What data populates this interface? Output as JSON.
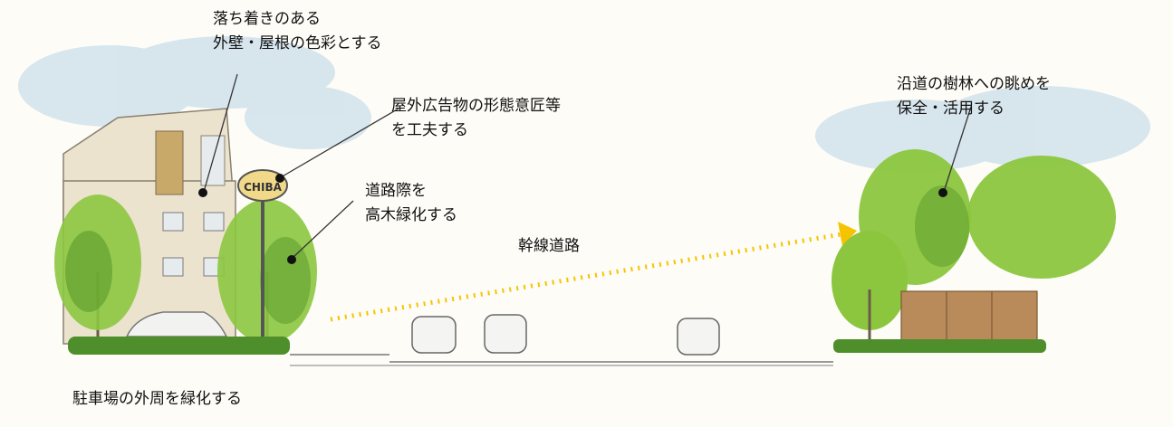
{
  "annotations": {
    "facade": {
      "lines": [
        "落ち着きのある",
        "外壁・屋根の色彩とする"
      ]
    },
    "signage": {
      "lines": [
        "屋外広告物の形態意匠等",
        "を工夫する"
      ]
    },
    "roadside": {
      "lines": [
        "道路際を",
        "高木緑化する"
      ]
    },
    "arterial_road": {
      "lines": [
        "幹線道路"
      ]
    },
    "forest_view": {
      "lines": [
        "沿道の樹林への眺めを",
        "保全・活用する"
      ]
    },
    "parking": {
      "lines": [
        "駐車場の外周を緑化する"
      ]
    }
  },
  "sign": {
    "text": "CHIBA"
  },
  "colors": {
    "arrow": "#f5c400",
    "tree_green": "#8cc63f",
    "tree_dark": "#5a9a2a",
    "sky": "#b9d3e6",
    "building": "#ece3cf",
    "fence": "#b98a5a"
  }
}
